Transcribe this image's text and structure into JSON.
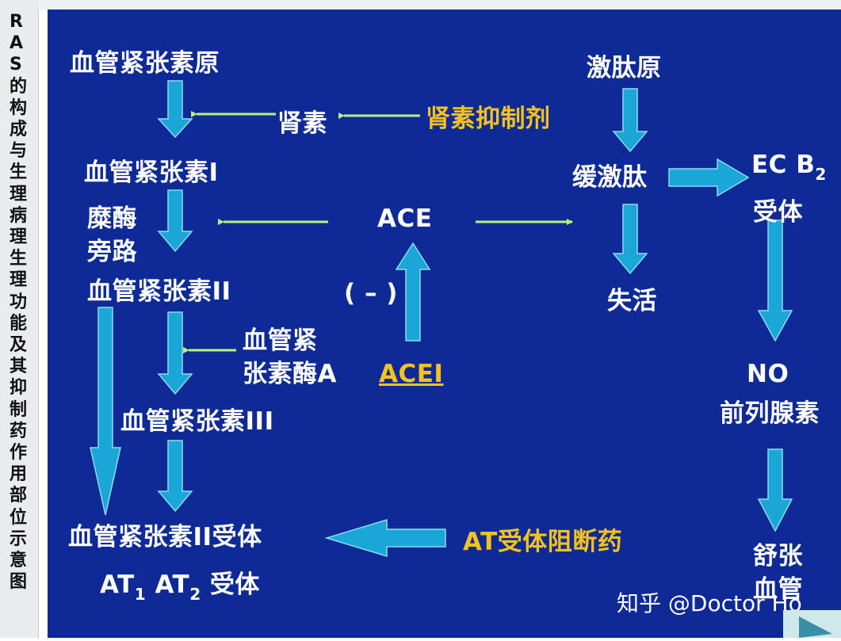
{
  "sidebar": {
    "title": "RAS的构成与生理病理生理功能及其抑制药作用部位示意图"
  },
  "diagram": {
    "angiotensinogen": "血管紧张素原",
    "renin": "肾素",
    "renin_inhibitor": "肾素抑制剂",
    "ang1": "血管紧张素I",
    "chymase_line1": "糜酶",
    "chymase_line2": "旁路",
    "ace": "ACE",
    "ang2": "血管紧张素II",
    "neg": "( – )",
    "aminopeptidase_line1": "血管紧",
    "aminopeptidase_line2": "张素酶A",
    "acei": "ACEI",
    "ang3": "血管紧张素III",
    "ang2_receptor": "血管紧张素II受体",
    "at_blocker": "AT受体阻断药",
    "at1_main": "AT",
    "at1_sub": "1",
    "at2_main": " AT",
    "at2_sub": "2",
    "at_suffix": " 受体",
    "kininogen": "激肽原",
    "bradykinin": "缓激肽",
    "ecb2_main": "EC B",
    "ecb2_sub": "2",
    "ecb2_line2": "受体",
    "inactive": "失活",
    "no": "NO",
    "prostaglandin": "前列腺素",
    "vasodilation_line1": "舒张",
    "vasodilation_line2": "血管"
  },
  "watermark": "知乎 @Doctor Ho",
  "colors": {
    "background": "#0d2a96",
    "arrow": "#1aa6d6",
    "inhibit_line": "#b9f27a",
    "highlight": "#f6c31b"
  }
}
